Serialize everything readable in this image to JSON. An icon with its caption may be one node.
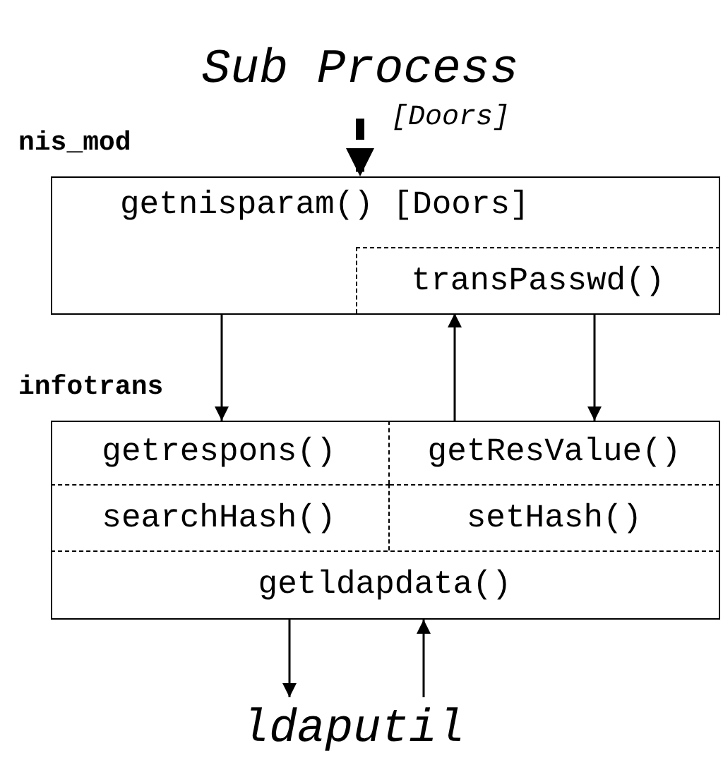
{
  "diagram": {
    "nodes": [
      {
        "text": [
          "Sub Process"
        ]
      },
      {
        "text": [
          "nis_mod",
          "getnisparam() [Doors]"
        ]
      },
      {
        "text": [
          "transPasswd()"
        ],
        "in": 1
      },
      {
        "text": [
          "infotrans"
        ]
      },
      {
        "text": [
          "getrespons()"
        ],
        "in": 3
      },
      {
        "text": [
          "getResValue()"
        ],
        "in": 3
      },
      {
        "text": [
          "searchHash()"
        ],
        "in": 3
      },
      {
        "text": [
          "setHash()"
        ],
        "in": 3
      },
      {
        "text": [
          "getldapdata()"
        ],
        "in": 3
      },
      {
        "text": [
          "ldaputil"
        ]
      }
    ],
    "edges": [
      {
        "from": 0,
        "to": 1,
        "arrow": "to",
        "label": "[Doors]",
        "style": "dashed"
      },
      {
        "from": 1,
        "to": 4,
        "arrow": "to"
      },
      {
        "from": 5,
        "to": 2,
        "arrow": "to"
      },
      {
        "from": 2,
        "to": 5,
        "arrow": "to"
      },
      {
        "from": 8,
        "to": 9,
        "arrow": "to"
      },
      {
        "from": 9,
        "to": 8,
        "arrow": "to"
      }
    ]
  }
}
